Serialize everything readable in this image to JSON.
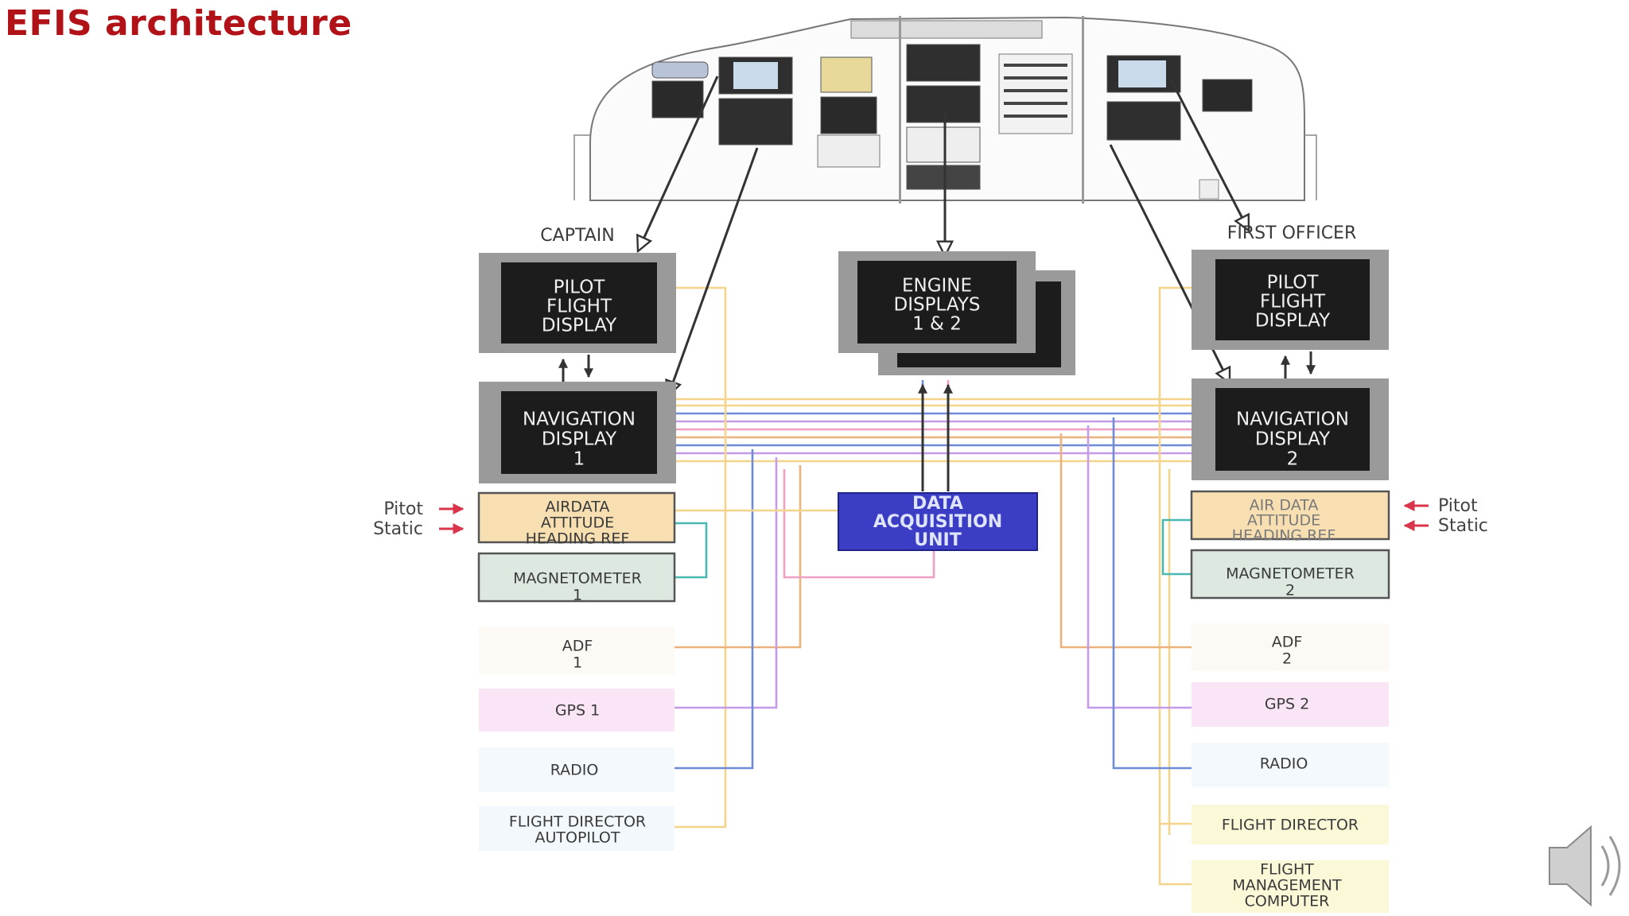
{
  "title": "EFIS architecture",
  "labels": {
    "captain": "CAPTAIN",
    "first_officer": "FIRST OFFICER",
    "pitot": "Pitot",
    "static": "Static"
  },
  "boxes": {
    "pfd1": [
      "PILOT",
      "FLIGHT",
      "DISPLAY"
    ],
    "pfd2": [
      "PILOT",
      "FLIGHT",
      "DISPLAY"
    ],
    "engine": [
      "ENGINE",
      "DISPLAYS",
      "1 & 2"
    ],
    "nd1": [
      "NAVIGATION",
      "DISPLAY",
      "1"
    ],
    "nd2": [
      "NAVIGATION",
      "DISPLAY",
      "2"
    ],
    "adahrs1": [
      "AIRDATA",
      "ATTITUDE",
      "HEADING REF"
    ],
    "adahrs2": [
      "AIR DATA",
      "ATTITUDE",
      "HEADING REF"
    ],
    "dau": [
      "DATA",
      "ACQUISITION",
      "UNIT"
    ],
    "mag1": [
      "MAGNETOMETER",
      "1"
    ],
    "mag2": [
      "MAGNETOMETER",
      "2"
    ],
    "adf1": [
      "ADF",
      "1"
    ],
    "adf2": [
      "ADF",
      "2"
    ],
    "gps1": [
      "GPS 1"
    ],
    "gps2": [
      "GPS 2"
    ],
    "radio1": [
      "RADIO"
    ],
    "radio2": [
      "RADIO"
    ],
    "fd1": [
      "FLIGHT DIRECTOR",
      "AUTOPILOT"
    ],
    "fd2": [
      "FLIGHT DIRECTOR"
    ],
    "fmc": [
      "FLIGHT",
      "MANAGEMENT",
      "COMPUTER"
    ]
  },
  "colors": {
    "title": "#b01217",
    "dark_display": "#1c1c1c",
    "bezel": "#9a9a9a",
    "dau": "#3b3ec4",
    "adahrs": "#f8dfb2",
    "magnetometer": "#dde9e0",
    "gps": "#f9e5f5",
    "fd_fmc_right": "#fbf8d8",
    "wire_yellow": "#f3d48a",
    "wire_purple": "#c59be9",
    "wire_blue": "#6f8bd8",
    "wire_pink": "#ef9fc4",
    "wire_orange": "#ecb27e",
    "wire_teal": "#49b8b0",
    "arrow_red": "#d9344a"
  }
}
